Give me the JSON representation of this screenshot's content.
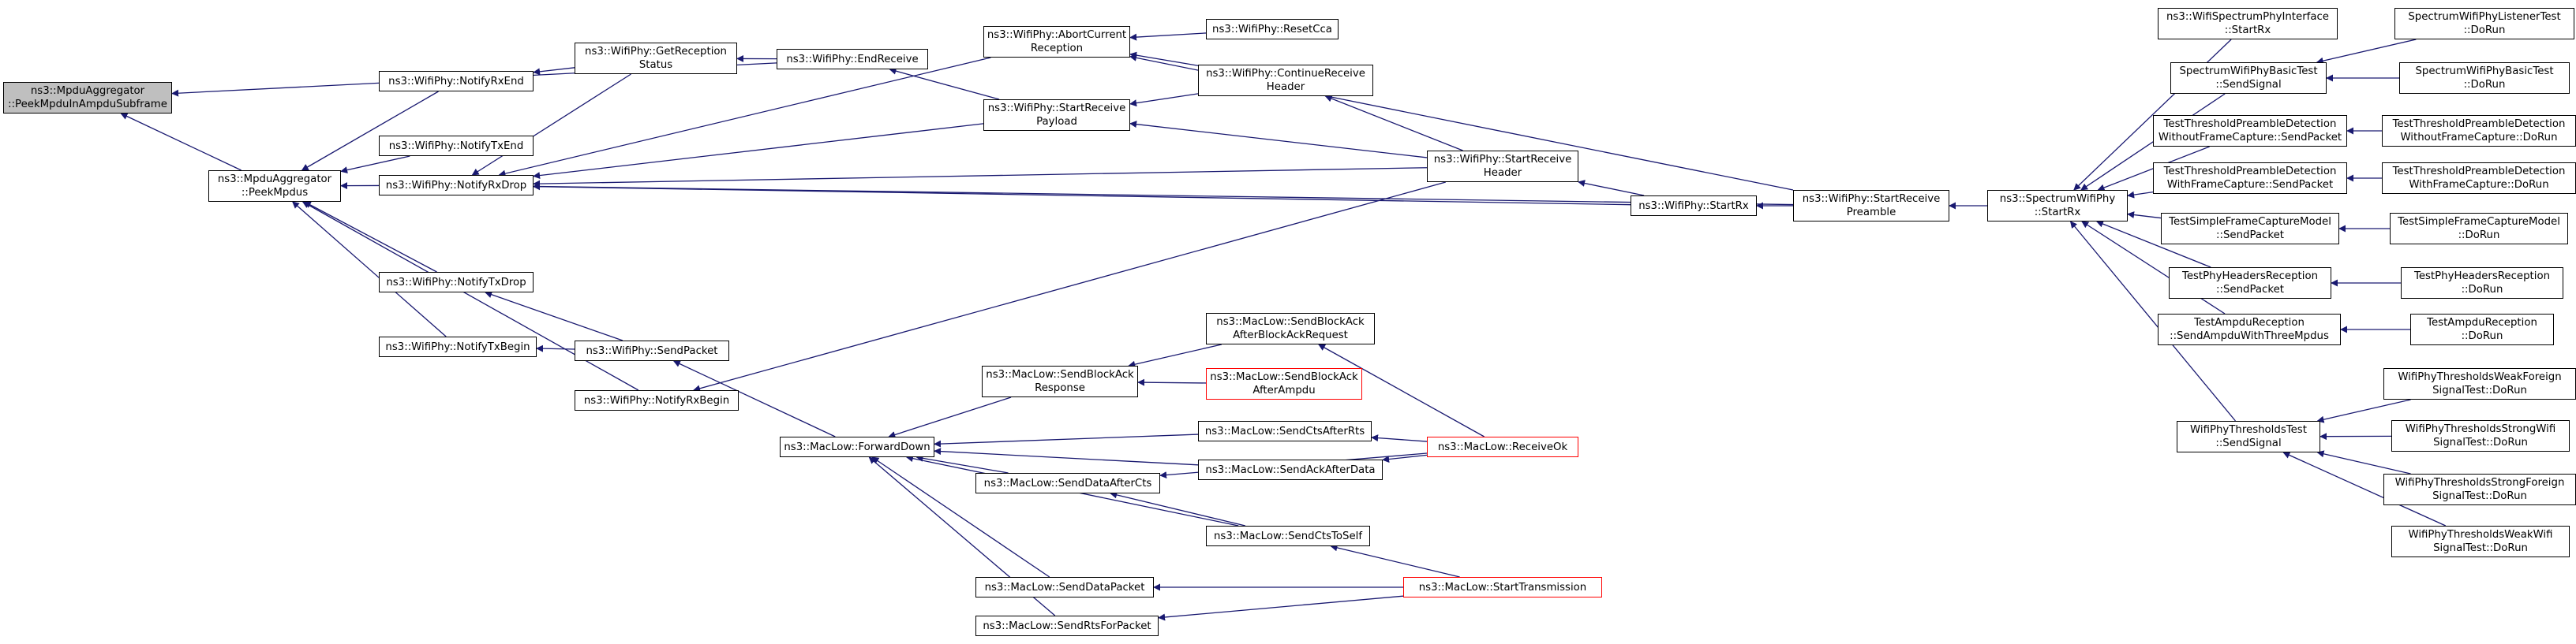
{
  "graph": {
    "edge_color": "#191970",
    "node_border": "#000000",
    "root_fill": "#bfbfbf",
    "truncated_border": "#ff0000",
    "nodes": [
      {
        "id": "root",
        "lines": [
          "ns3::MpduAggregator",
          "::PeekMpduInAmpduSubframe"
        ],
        "root": true
      },
      {
        "id": "peek",
        "lines": [
          "ns3::MpduAggregator",
          "::PeekMpdus"
        ]
      },
      {
        "id": "nrxend",
        "lines": [
          "ns3::WifiPhy::NotifyRxEnd"
        ]
      },
      {
        "id": "ntxend",
        "lines": [
          "ns3::WifiPhy::NotifyTxEnd"
        ]
      },
      {
        "id": "nrxdrop",
        "lines": [
          "ns3::WifiPhy::NotifyRxDrop"
        ]
      },
      {
        "id": "ntxdrop",
        "lines": [
          "ns3::WifiPhy::NotifyTxDrop"
        ]
      },
      {
        "id": "ntxbegin",
        "lines": [
          "ns3::WifiPhy::NotifyTxBegin"
        ]
      },
      {
        "id": "getrec",
        "lines": [
          "ns3::WifiPhy::GetReception",
          "Status"
        ]
      },
      {
        "id": "nrxbegin",
        "lines": [
          "ns3::WifiPhy::NotifyRxBegin"
        ]
      },
      {
        "id": "sendpkt",
        "lines": [
          "ns3::WifiPhy::SendPacket"
        ]
      },
      {
        "id": "endrecv",
        "lines": [
          "ns3::WifiPhy::EndReceive"
        ]
      },
      {
        "id": "abort",
        "lines": [
          "ns3::WifiPhy::AbortCurrent",
          "Reception"
        ]
      },
      {
        "id": "startpay",
        "lines": [
          "ns3::WifiPhy::StartReceive",
          "Payload"
        ]
      },
      {
        "id": "resetcca",
        "lines": [
          "ns3::WifiPhy::ResetCca"
        ]
      },
      {
        "id": "contrecv",
        "lines": [
          "ns3::WifiPhy::ContinueReceive",
          "Header"
        ]
      },
      {
        "id": "starthdr",
        "lines": [
          "ns3::WifiPhy::StartReceive",
          "Header"
        ]
      },
      {
        "id": "startrx",
        "lines": [
          "ns3::WifiPhy::StartRx"
        ]
      },
      {
        "id": "startpre",
        "lines": [
          "ns3::WifiPhy::StartReceive",
          "Preamble"
        ]
      },
      {
        "id": "specrx",
        "lines": [
          "ns3::SpectrumWifiPhy",
          "::StartRx"
        ]
      },
      {
        "id": "fwd",
        "lines": [
          "ns3::MacLow::ForwardDown"
        ]
      },
      {
        "id": "sbaresp",
        "lines": [
          "ns3::MacLow::SendBlockAck",
          "Response"
        ]
      },
      {
        "id": "sbareq",
        "lines": [
          "ns3::MacLow::SendBlockAck",
          "AfterBlockAckRequest"
        ]
      },
      {
        "id": "sbaampdu",
        "lines": [
          "ns3::MacLow::SendBlockAck",
          "AfterAmpdu"
        ],
        "truncated": true
      },
      {
        "id": "ctsrts",
        "lines": [
          "ns3::MacLow::SendCtsAfterRts"
        ]
      },
      {
        "id": "ackdata",
        "lines": [
          "ns3::MacLow::SendAckAfterData"
        ]
      },
      {
        "id": "datacts",
        "lines": [
          "ns3::MacLow::SendDataAfterCts"
        ]
      },
      {
        "id": "ctsself",
        "lines": [
          "ns3::MacLow::SendCtsToSelf"
        ]
      },
      {
        "id": "datapkt",
        "lines": [
          "ns3::MacLow::SendDataPacket"
        ]
      },
      {
        "id": "rtspkt",
        "lines": [
          "ns3::MacLow::SendRtsForPacket"
        ]
      },
      {
        "id": "recvok",
        "lines": [
          "ns3::MacLow::ReceiveOk"
        ],
        "truncated": true
      },
      {
        "id": "starttx",
        "lines": [
          "ns3::MacLow::StartTransmission"
        ],
        "truncated": true
      },
      {
        "id": "specif",
        "lines": [
          "ns3::WifiSpectrumPhyInterface",
          "::StartRx"
        ]
      },
      {
        "id": "sbtsend",
        "lines": [
          "SpectrumWifiPhyBasicTest",
          "::SendSignal"
        ]
      },
      {
        "id": "tpdwo",
        "lines": [
          "TestThresholdPreambleDetection",
          "WithoutFrameCapture::SendPacket"
        ]
      },
      {
        "id": "tpdw",
        "lines": [
          "TestThresholdPreambleDetection",
          "WithFrameCapture::SendPacket"
        ]
      },
      {
        "id": "tsfc",
        "lines": [
          "TestSimpleFrameCaptureModel",
          "::SendPacket"
        ]
      },
      {
        "id": "tphr",
        "lines": [
          "TestPhyHeadersReception",
          "::SendPacket"
        ]
      },
      {
        "id": "tampdu",
        "lines": [
          "TestAmpduReception",
          "::SendAmpduWithThreeMpdus"
        ]
      },
      {
        "id": "wptt",
        "lines": [
          "WifiPhyThresholdsTest",
          "::SendSignal"
        ]
      },
      {
        "id": "swlt",
        "lines": [
          "SpectrumWifiPhyListenerTest",
          "::DoRun"
        ]
      },
      {
        "id": "swbt",
        "lines": [
          "SpectrumWifiPhyBasicTest",
          "::DoRun"
        ]
      },
      {
        "id": "tpdworun",
        "lines": [
          "TestThresholdPreambleDetection",
          "WithoutFrameCapture::DoRun"
        ]
      },
      {
        "id": "tpdwrun",
        "lines": [
          "TestThresholdPreambleDetection",
          "WithFrameCapture::DoRun"
        ]
      },
      {
        "id": "tsfcrun",
        "lines": [
          "TestSimpleFrameCaptureModel",
          "::DoRun"
        ]
      },
      {
        "id": "tphrrun",
        "lines": [
          "TestPhyHeadersReception",
          "::DoRun"
        ]
      },
      {
        "id": "tampdurun",
        "lines": [
          "TestAmpduReception",
          "::DoRun"
        ]
      },
      {
        "id": "wfwf",
        "lines": [
          "WifiPhyThresholdsWeakForeign",
          "SignalTest::DoRun"
        ]
      },
      {
        "id": "wfsw",
        "lines": [
          "WifiPhyThresholdsStrongWifi",
          "SignalTest::DoRun"
        ]
      },
      {
        "id": "wfsf",
        "lines": [
          "WifiPhyThresholdsStrongForeign",
          "SignalTest::DoRun"
        ]
      },
      {
        "id": "wfww",
        "lines": [
          "WifiPhyThresholdsWeakWifi",
          "SignalTest::DoRun"
        ]
      }
    ],
    "edges": [
      [
        "peek",
        "root"
      ],
      [
        "nrxend",
        "peek"
      ],
      [
        "ntxend",
        "peek"
      ],
      [
        "nrxdrop",
        "peek"
      ],
      [
        "ntxdrop",
        "peek"
      ],
      [
        "ntxbegin",
        "peek"
      ],
      [
        "nrxbegin",
        "peek"
      ],
      [
        "endrecv",
        "root"
      ],
      [
        "getrec",
        "nrxend"
      ],
      [
        "endrecv",
        "getrec"
      ],
      [
        "getrec",
        "nrxdrop"
      ],
      [
        "abort",
        "nrxdrop"
      ],
      [
        "startpay",
        "nrxdrop"
      ],
      [
        "starthdr",
        "nrxdrop"
      ],
      [
        "startrx",
        "nrxdrop"
      ],
      [
        "startpre",
        "nrxdrop"
      ],
      [
        "sendpkt",
        "ntxdrop"
      ],
      [
        "sendpkt",
        "ntxbegin"
      ],
      [
        "starthdr",
        "nrxbegin"
      ],
      [
        "fwd",
        "sendpkt"
      ],
      [
        "startpay",
        "endrecv"
      ],
      [
        "resetcca",
        "abort"
      ],
      [
        "contrecv",
        "abort"
      ],
      [
        "startpre",
        "abort"
      ],
      [
        "contrecv",
        "startpay"
      ],
      [
        "starthdr",
        "startpay"
      ],
      [
        "starthdr",
        "contrecv"
      ],
      [
        "startrx",
        "starthdr"
      ],
      [
        "startpre",
        "startrx"
      ],
      [
        "specrx",
        "startpre"
      ],
      [
        "specif",
        "specrx"
      ],
      [
        "sbtsend",
        "specrx"
      ],
      [
        "tpdwo",
        "specrx"
      ],
      [
        "tpdw",
        "specrx"
      ],
      [
        "tsfc",
        "specrx"
      ],
      [
        "tphr",
        "specrx"
      ],
      [
        "tampdu",
        "specrx"
      ],
      [
        "wptt",
        "specrx"
      ],
      [
        "swlt",
        "sbtsend"
      ],
      [
        "swbt",
        "sbtsend"
      ],
      [
        "tpdworun",
        "tpdwo"
      ],
      [
        "tpdwrun",
        "tpdw"
      ],
      [
        "tsfcrun",
        "tsfc"
      ],
      [
        "tphrrun",
        "tphr"
      ],
      [
        "tampdurun",
        "tampdu"
      ],
      [
        "wfwf",
        "wptt"
      ],
      [
        "wfsw",
        "wptt"
      ],
      [
        "wfsf",
        "wptt"
      ],
      [
        "wfww",
        "wptt"
      ],
      [
        "sbaresp",
        "fwd"
      ],
      [
        "ctsrts",
        "fwd"
      ],
      [
        "ackdata",
        "fwd"
      ],
      [
        "datacts",
        "fwd"
      ],
      [
        "ctsself",
        "fwd"
      ],
      [
        "datapkt",
        "fwd"
      ],
      [
        "rtspkt",
        "fwd"
      ],
      [
        "sbareq",
        "sbaresp"
      ],
      [
        "sbaampdu",
        "sbaresp"
      ],
      [
        "recvok",
        "sbareq"
      ],
      [
        "recvok",
        "ctsrts"
      ],
      [
        "recvok",
        "ackdata"
      ],
      [
        "ctsself",
        "datacts"
      ],
      [
        "recvok",
        "datacts"
      ],
      [
        "starttx",
        "ctsself"
      ],
      [
        "starttx",
        "datapkt"
      ],
      [
        "starttx",
        "rtspkt"
      ]
    ]
  }
}
